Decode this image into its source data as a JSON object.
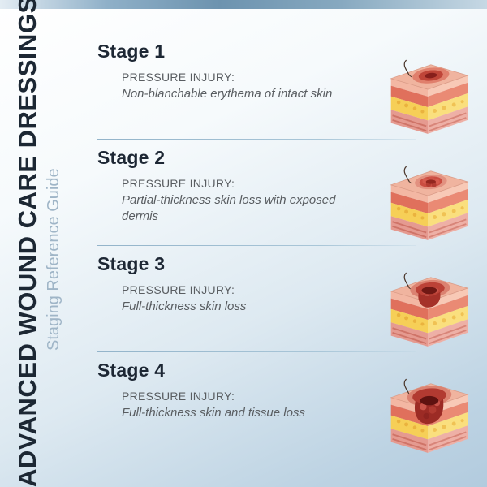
{
  "header": {
    "title": "ADVANCED WOUND CARE DRESSINGS",
    "subtitle": "Staging Reference Guide"
  },
  "stages": [
    {
      "title": "Stage 1",
      "label": "PRESSURE INJURY:",
      "description": "Non-blanchable erythema of intact skin",
      "illustration": "skin-cross-section-stage-1-intact-redness-icon"
    },
    {
      "title": "Stage 2",
      "label": "PRESSURE INJURY:",
      "description": "Partial-thickness skin loss with exposed dermis",
      "illustration": "skin-cross-section-stage-2-shallow-wound-icon"
    },
    {
      "title": "Stage 3",
      "label": "PRESSURE INJURY:",
      "description": "Full-thickness skin loss",
      "illustration": "skin-cross-section-stage-3-deep-wound-icon"
    },
    {
      "title": "Stage 4",
      "label": "PRESSURE INJURY:",
      "description": "Full-thickness skin and tissue loss",
      "illustration": "skin-cross-section-stage-4-deepest-wound-icon"
    }
  ],
  "colors": {
    "title_navy": "#1c2733",
    "subtitle_blue_gray": "#9fb5c7",
    "body_text_gray": "#595d61",
    "divider_blue": "#93b4ca",
    "background_bottom_blue": "#b2cbde",
    "top_bar_blue": "#6d93af"
  }
}
